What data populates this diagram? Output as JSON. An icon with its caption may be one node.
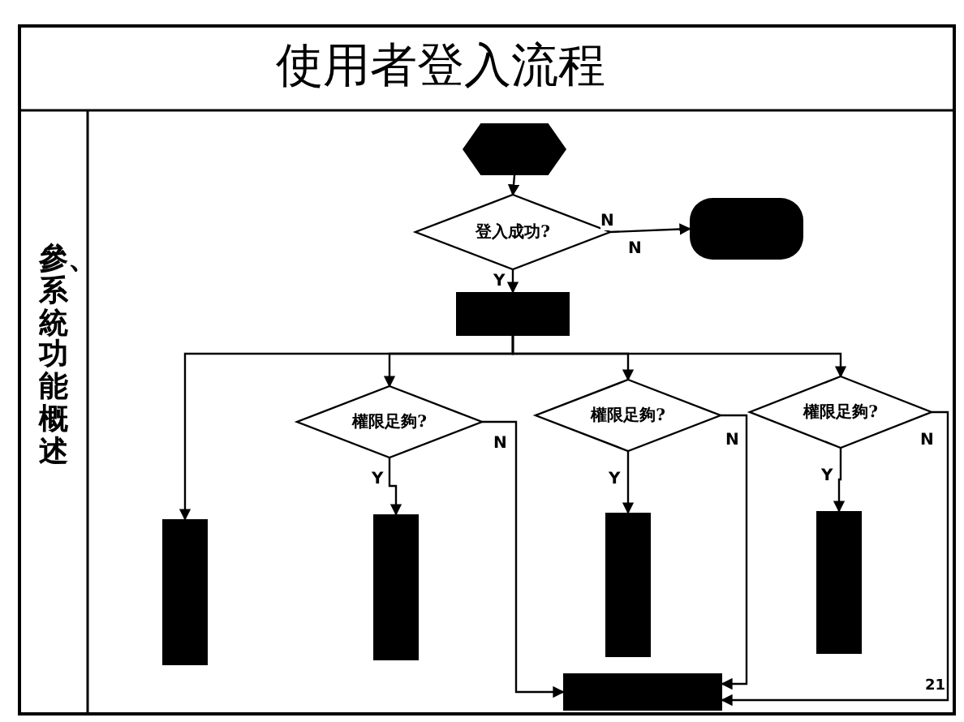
{
  "diagram": {
    "title": "使用者登入流程",
    "nodes": [
      {
        "text": [],
        "shape": "hexagon"
      },
      {
        "text": [
          "登入成功?"
        ]
      },
      {
        "text": [],
        "shape": "box"
      },
      {
        "text": [],
        "shape": "box"
      },
      {
        "text": [
          "權限足夠?"
        ]
      },
      {
        "text": [
          "權限足夠?"
        ]
      },
      {
        "text": [
          "權限足夠?"
        ]
      },
      {
        "text": [],
        "shape": "box"
      },
      {
        "text": [],
        "shape": "box"
      },
      {
        "text": [],
        "shape": "box"
      },
      {
        "text": [],
        "shape": "box"
      },
      {
        "text": [],
        "shape": "box"
      }
    ],
    "edges": [
      {
        "from": 0,
        "to": 1,
        "arrow": "to"
      },
      {
        "from": 1,
        "to": 2,
        "arrow": "to",
        "label": "N"
      },
      {
        "from": 1,
        "to": 3,
        "arrow": "to",
        "label": "Y"
      },
      {
        "from": 3,
        "to": 7,
        "arrow": "to"
      },
      {
        "from": 3,
        "to": 4,
        "arrow": "to"
      },
      {
        "from": 3,
        "to": 5,
        "arrow": "to"
      },
      {
        "from": 3,
        "to": 6,
        "arrow": "to"
      },
      {
        "from": 4,
        "to": 8,
        "arrow": "to",
        "label": "Y"
      },
      {
        "from": 5,
        "to": 9,
        "arrow": "to",
        "label": "Y"
      },
      {
        "from": 6,
        "to": 10,
        "arrow": "to",
        "label": "Y"
      },
      {
        "from": 4,
        "to": 11,
        "arrow": "to",
        "label": "N"
      },
      {
        "from": 5,
        "to": 11,
        "arrow": "to",
        "label": "N"
      },
      {
        "from": 6,
        "to": 11,
        "arrow": "to",
        "label": "N"
      }
    ],
    "labels": [
      "參、系統功能概述",
      "N",
      "21"
    ]
  }
}
